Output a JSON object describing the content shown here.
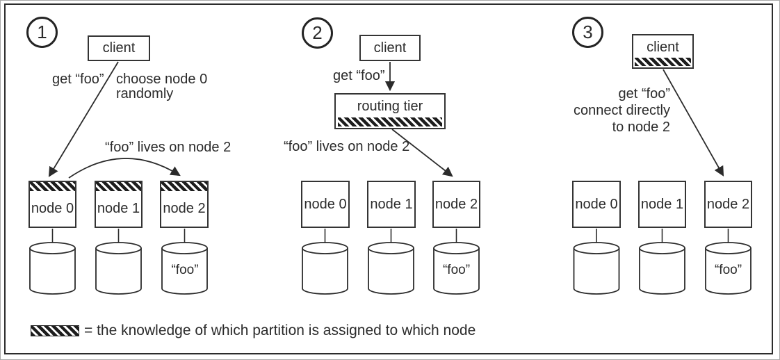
{
  "figure": {
    "panels": [
      {
        "number": "1",
        "client_label": "client",
        "request_label": "get “foo”",
        "note_label": "choose node 0\nrandomly",
        "forward_label": "“foo” lives on node 2",
        "nodes": [
          "node 0",
          "node 1",
          "node 2"
        ],
        "data_label": "“foo”"
      },
      {
        "number": "2",
        "client_label": "client",
        "request_label": "get “foo”",
        "router_label": "routing tier",
        "route_label": "“foo” lives on node 2",
        "nodes": [
          "node 0",
          "node 1",
          "node 2"
        ],
        "data_label": "“foo”"
      },
      {
        "number": "3",
        "client_label": "client",
        "request_label": "get “foo”\nconnect directly\nto node 2",
        "nodes": [
          "node 0",
          "node 1",
          "node 2"
        ],
        "data_label": "“foo”"
      }
    ],
    "legend_text": "= the knowledge of which partition is assigned to which node",
    "colors": {
      "line": "#2b2b2b",
      "hatch": "#1d1d1d",
      "background": "#ffffff"
    }
  }
}
